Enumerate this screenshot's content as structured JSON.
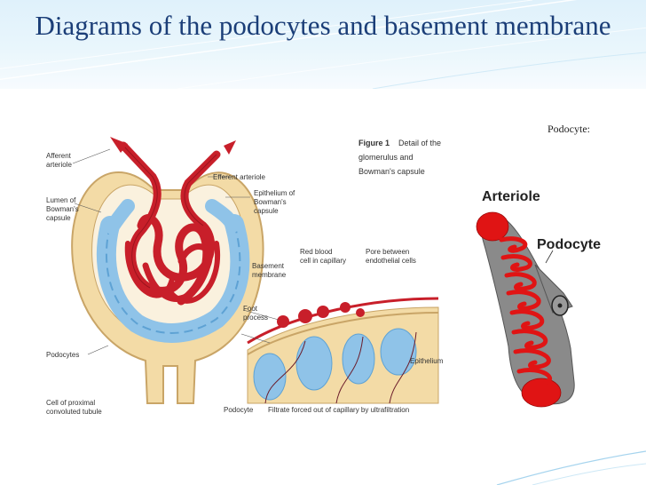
{
  "title": "Diagrams of the podocytes and basement membrane",
  "left_figure": {
    "caption_bold": "Figure 1",
    "caption_rest_1": "Detail of the",
    "caption_rest_2": "glomerulus and",
    "caption_rest_3": "Bowman's capsule",
    "labels": {
      "afferent_1": "Afferent",
      "afferent_2": "arteriole",
      "efferent": "Efferent arteriole",
      "lumen_1": "Lumen of",
      "lumen_2": "Bowman's",
      "lumen_3": "capsule",
      "epithelium_1": "Epithelium of",
      "epithelium_2": "Bowman's",
      "epithelium_3": "capsule",
      "basement_1": "Basement",
      "basement_2": "membrane",
      "redblood_1": "Red blood",
      "redblood_2": "cell in capillary",
      "pore_1": "Pore between",
      "pore_2": "endothelial cells",
      "foot_1": "Foot",
      "foot_2": "process",
      "podocytes": "Podocytes",
      "epithelium_right": "Epithelium",
      "proximal_1": "Cell of proximal",
      "proximal_2": "convoluted tubule",
      "podocyte_bottom": "Podocyte",
      "filtrate": "Filtrate forced out of capillary by ultrafiltration"
    }
  },
  "right_figure": {
    "caption": "Podocyte:",
    "arteriole_label": "Arteriole",
    "podocyte_label": "Podocyte"
  }
}
